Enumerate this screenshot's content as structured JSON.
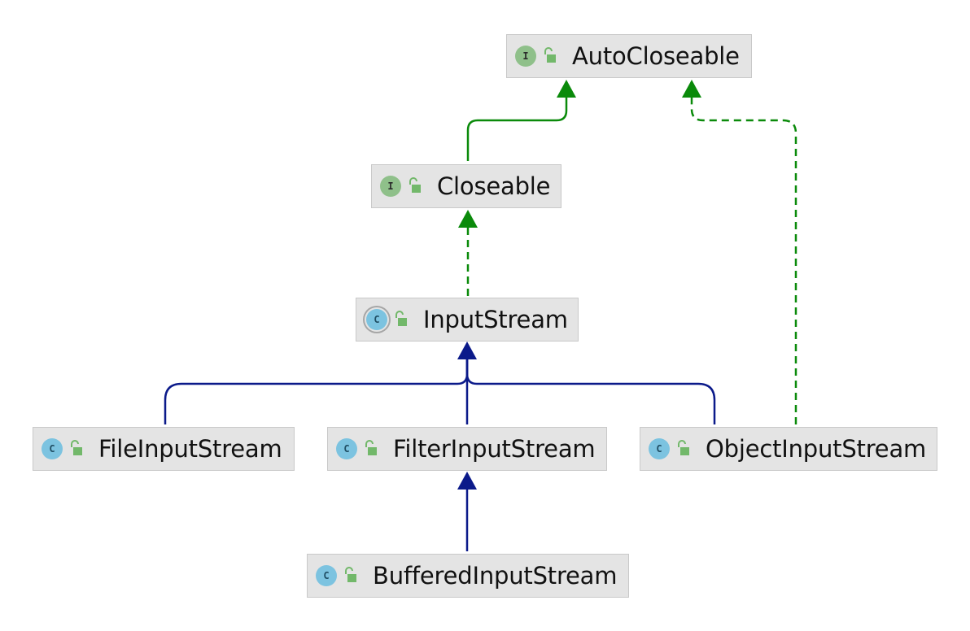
{
  "diagram": {
    "nodes": [
      {
        "id": "autocloseable",
        "label": "AutoCloseable",
        "kind": "interface",
        "kind_letter": "I"
      },
      {
        "id": "closeable",
        "label": "Closeable",
        "kind": "interface",
        "kind_letter": "I"
      },
      {
        "id": "inputstream",
        "label": "InputStream",
        "kind": "abstract-class",
        "kind_letter": "C"
      },
      {
        "id": "fileinputstream",
        "label": "FileInputStream",
        "kind": "class",
        "kind_letter": "C"
      },
      {
        "id": "filterinputstream",
        "label": "FilterInputStream",
        "kind": "class",
        "kind_letter": "C"
      },
      {
        "id": "objectinputstream",
        "label": "ObjectInputStream",
        "kind": "class",
        "kind_letter": "C"
      },
      {
        "id": "bufferedinputstream",
        "label": "BufferedInputStream",
        "kind": "class",
        "kind_letter": "C"
      }
    ],
    "edges": [
      {
        "from": "closeable",
        "to": "autocloseable",
        "type": "extends-interface"
      },
      {
        "from": "inputstream",
        "to": "closeable",
        "type": "implements"
      },
      {
        "from": "objectinputstream",
        "to": "autocloseable",
        "type": "implements"
      },
      {
        "from": "fileinputstream",
        "to": "inputstream",
        "type": "extends"
      },
      {
        "from": "filterinputstream",
        "to": "inputstream",
        "type": "extends"
      },
      {
        "from": "objectinputstream",
        "to": "inputstream",
        "type": "extends"
      },
      {
        "from": "bufferedinputstream",
        "to": "filterinputstream",
        "type": "extends"
      }
    ],
    "colors": {
      "interface_edge": "#0a8a0a",
      "class_edge": "#0b1a8a",
      "node_background": "#e4e4e4",
      "interface_badge": "#8fc08a",
      "class_badge": "#7cc3e0",
      "lock_icon": "#72b86a"
    },
    "icons": {
      "visibility": "unlocked-lock-icon"
    }
  }
}
